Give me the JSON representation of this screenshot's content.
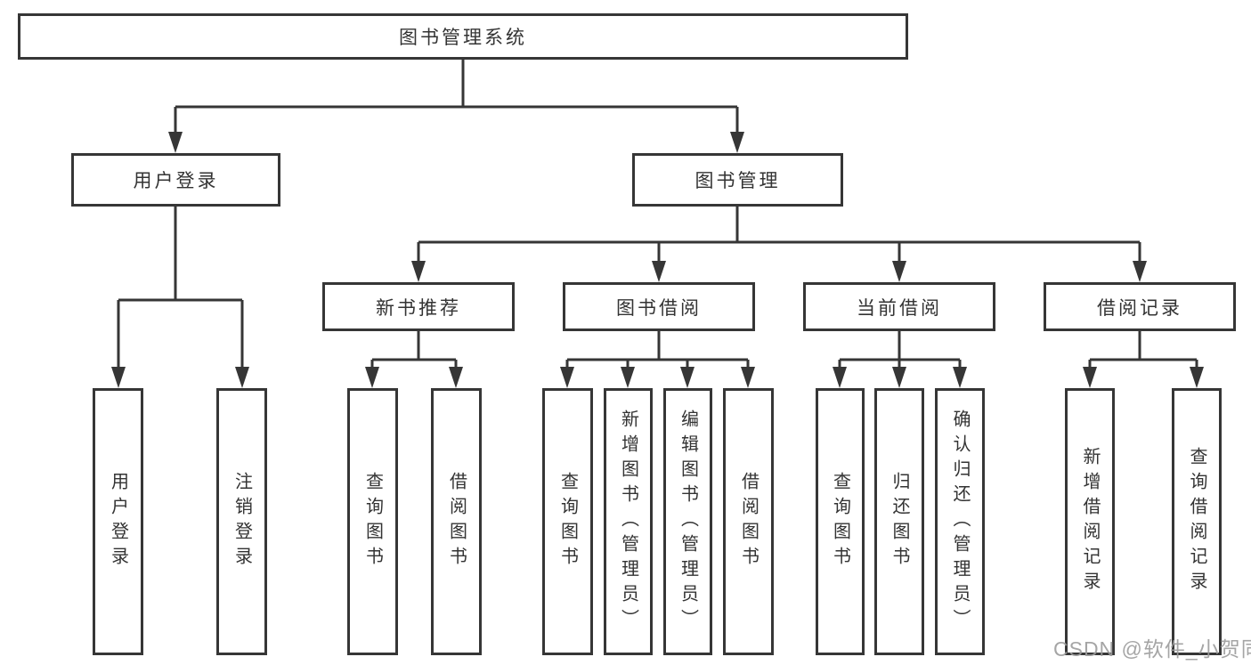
{
  "tree": {
    "root": {
      "label": "图书管理系统",
      "children": [
        {
          "label": "用户登录",
          "children": [
            {
              "label": "用户登录"
            },
            {
              "label": "注销登录"
            }
          ]
        },
        {
          "label": "图书管理",
          "children": [
            {
              "label": "新书推荐",
              "children": [
                {
                  "label": "查询图书"
                },
                {
                  "label": "借阅图书"
                }
              ]
            },
            {
              "label": "图书借阅",
              "children": [
                {
                  "label": "查询图书"
                },
                {
                  "label": "新增图书（管理员）"
                },
                {
                  "label": "编辑图书（管理员）"
                },
                {
                  "label": "借阅图书"
                }
              ]
            },
            {
              "label": "当前借阅",
              "children": [
                {
                  "label": "查询图书"
                },
                {
                  "label": "归还图书"
                },
                {
                  "label": "确认归还（管理员）"
                }
              ]
            },
            {
              "label": "借阅记录",
              "children": [
                {
                  "label": "新增借阅记录"
                },
                {
                  "label": "查询借阅记录"
                }
              ]
            }
          ]
        }
      ]
    }
  },
  "watermark": "CSDN @软件_小贺同学",
  "colors": {
    "line": "#363636",
    "text": "#333333",
    "watermark": "#9c9c9c",
    "background": "#ffffff"
  }
}
